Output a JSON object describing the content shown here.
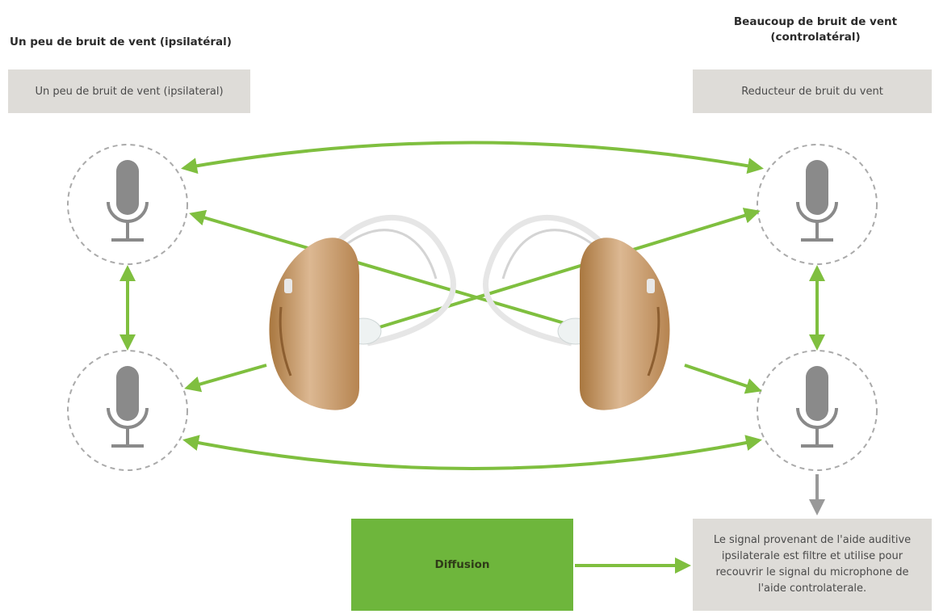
{
  "headings": {
    "left": "Un peu de bruit de vent (ipsilatéral)",
    "right_line1": "Beaucoup de bruit de vent",
    "right_line2": "(controlatéral)"
  },
  "boxes": {
    "left": "Un peu de bruit de vent (ipsilateral)",
    "right": "Reducteur de bruit du vent",
    "diffusion": "Diffusion",
    "description_lines": [
      "Le signal provenant de l'aide auditive",
      "ipsilaterale est filtre et utilise pour",
      "recouvrir le signal du microphone de",
      "l'aide controlaterale."
    ]
  },
  "colors": {
    "arrow_green": "#7fbf3f",
    "box_green": "#6eb63c",
    "box_gray": "#dedcd8",
    "mic_gray": "#8a8a8a",
    "aid_beige": "#caa07a"
  },
  "icons": [
    "microphone-icon",
    "hearing-aid-icon"
  ]
}
